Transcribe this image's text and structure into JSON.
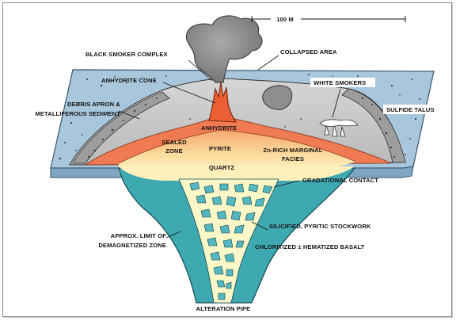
{
  "diagram": {
    "scale_bar": "100 M",
    "labels": {
      "black_smoker_complex": "BLACK SMOKER COMPLEX",
      "collapsed_area": "COLLAPSED AREA",
      "anhydrite_cone": "ANHYDRITE CONE",
      "white_smokers": "WHITE SMOKERS",
      "debris_apron_line1": "DEBRIS APRON &",
      "debris_apron_line2": "METALLIFEROUS SEDIMENT",
      "sulfide_talus": "SULFIDE TALUS",
      "anhydrite": "ANHYDRITE",
      "sealed_line1": "SEALED",
      "sealed_line2": "ZONE",
      "pyrite": "PYRITE",
      "zn_line1": "Zn-RICH MARGINAL",
      "zn_line2": "FACIES",
      "quartz": "QUARTZ",
      "gradational_contact": "GRADATIONAL CONTACT",
      "stockwork": "SILICIFIED, PYRITIC STOCKWORK",
      "approx_line1": "APPROX. LIMIT OF",
      "approx_line2": "DEMAGNETIZED ZONE",
      "chloritized": "CHLORITIZED ± HEMATIZED BASALT",
      "alteration_pipe": "ALTERATION PIPE"
    },
    "colors": {
      "seafloor": "#a9c7dc",
      "seafloor_edge": "#6d93b0",
      "mound": "#c9c9c9",
      "mound_shade": "#a8a8a8",
      "anhydrite": "#f07a52",
      "core_top": "#f7b27a",
      "core_bottom": "#fdf3c4",
      "pipe": "#3fa9b2",
      "stockwork_bg": "#fbf7c8",
      "clast": "#55b7bf",
      "smoke": "#8d8d8d"
    }
  }
}
